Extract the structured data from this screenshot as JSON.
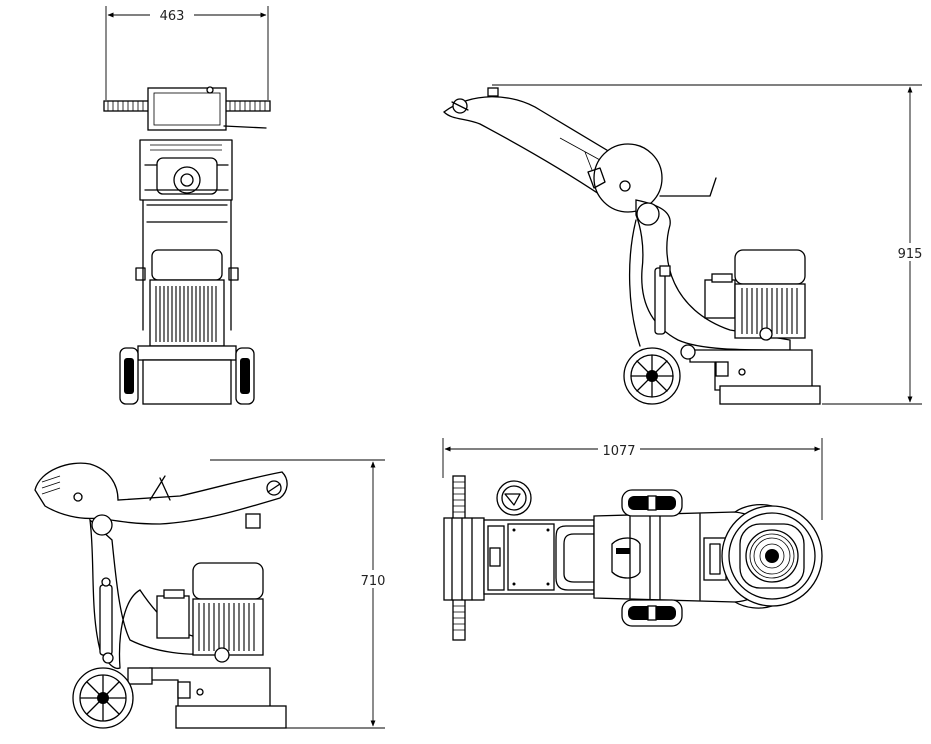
{
  "dimensions": {
    "front_width": "463",
    "side_height": "915",
    "side_lowered_height": "710",
    "top_length": "1077"
  },
  "views": [
    "front-view",
    "side-view-upright",
    "side-view-lowered",
    "top-view"
  ],
  "colors": {
    "line": "#000000",
    "background": "#ffffff",
    "text": "#222222"
  }
}
